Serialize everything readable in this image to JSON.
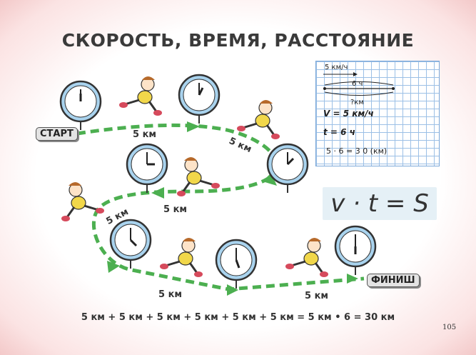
{
  "title": "СКОРОСТЬ, ВРЕМЯ, РАССТОЯНИЕ",
  "start_label": "СТАРТ",
  "finish_label": "ФИНИШ",
  "segment_labels": [
    "5 км",
    "5 км",
    "5 км",
    "5 км",
    "5 км",
    "5 км"
  ],
  "formula": "v · t = S",
  "equation": "5 км + 5 км + 5 км + 5 км + 5 км + 5 км = 5 км • 6 = 30 км",
  "page_number": "105",
  "notebook": {
    "speed_arrow": "5 км/ч",
    "time_label": "6 ч",
    "distance_question": "?км",
    "speed_line": "V = 5 км/ч",
    "time_line": "t = 6 ч",
    "calc_line": "5 · 6 = 3 0 (км)"
  },
  "colors": {
    "path_green": "#4caf50",
    "clock_blue": "#a9d3ee",
    "runner_shirt": "#f1d74a",
    "page_edge": "#f3c9c9"
  }
}
